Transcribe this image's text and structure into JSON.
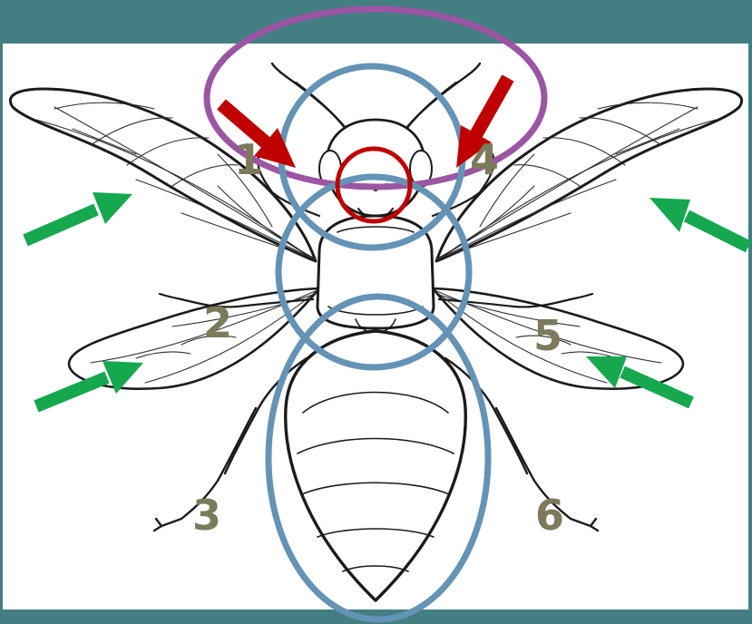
{
  "colors": {
    "frame": "#437e82",
    "canvas": "#ffffff",
    "outline": "#1b1b1b",
    "vein": "#2e2e2e",
    "body_segment_ring": "#6493b6",
    "head_ring": "#9b55a3",
    "red": "#c00000",
    "green": "#15a84f",
    "label": "#7b7a5b"
  },
  "icons": {
    "body_segment_ring": "circle-outline",
    "head_ring": "ellipse-outline",
    "eye_marker": "circle-outline",
    "antenna_pointer": "arrow-icon",
    "wing_pointer": "arrow-icon"
  },
  "leg_labels": [
    "1",
    "2",
    "3",
    "4",
    "5",
    "6"
  ]
}
